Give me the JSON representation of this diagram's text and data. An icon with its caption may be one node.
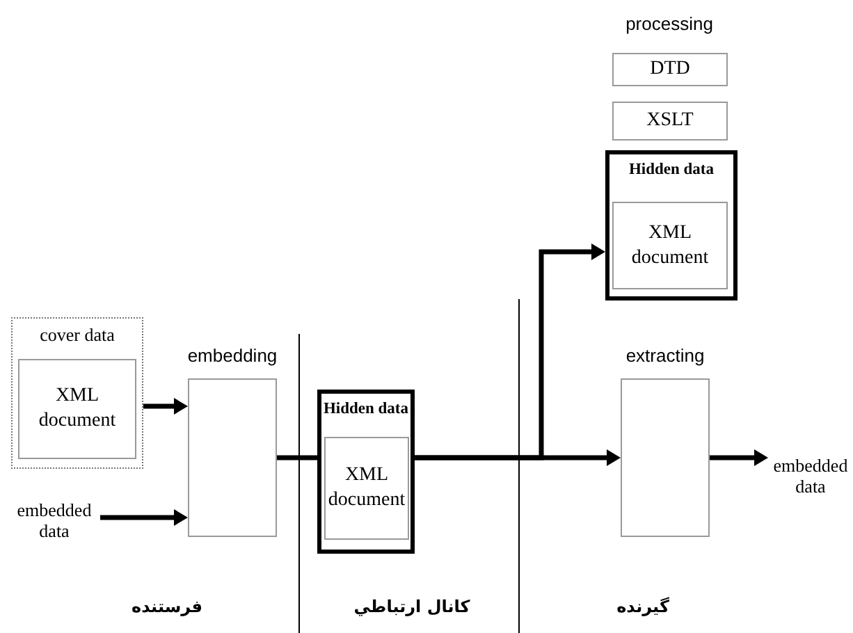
{
  "diagram": {
    "nodes": [
      {
        "text": [
          "cover data"
        ]
      },
      {
        "text": [
          "XML document"
        ],
        "in": 0
      },
      {
        "text": [
          "embedding"
        ]
      },
      {
        "text": [
          "embedded data"
        ]
      },
      {
        "text": [
          "Hidden data"
        ]
      },
      {
        "text": [
          "XML document"
        ],
        "in": 4
      },
      {
        "text": [
          "extracting"
        ]
      },
      {
        "text": [
          "embedded data"
        ]
      },
      {
        "text": [
          "DTD"
        ]
      },
      {
        "text": [
          "XSLT"
        ]
      },
      {
        "text": [
          "Hidden data"
        ]
      },
      {
        "text": [
          "XML document"
        ],
        "in": 10
      }
    ],
    "edges": [
      {
        "from": 0,
        "to": 2,
        "arrow": "to"
      },
      {
        "from": 3,
        "to": 2,
        "arrow": "to"
      },
      {
        "from": 2,
        "to": 4,
        "arrow": "none"
      },
      {
        "from": 4,
        "to": 6,
        "arrow": "to"
      },
      {
        "from": 4,
        "to": 10,
        "arrow": "to"
      },
      {
        "from": 6,
        "to": 7,
        "arrow": "to"
      }
    ],
    "labels": [
      "processing",
      "فرستنده",
      "كانال ارتباطي",
      "گيرنده"
    ]
  }
}
